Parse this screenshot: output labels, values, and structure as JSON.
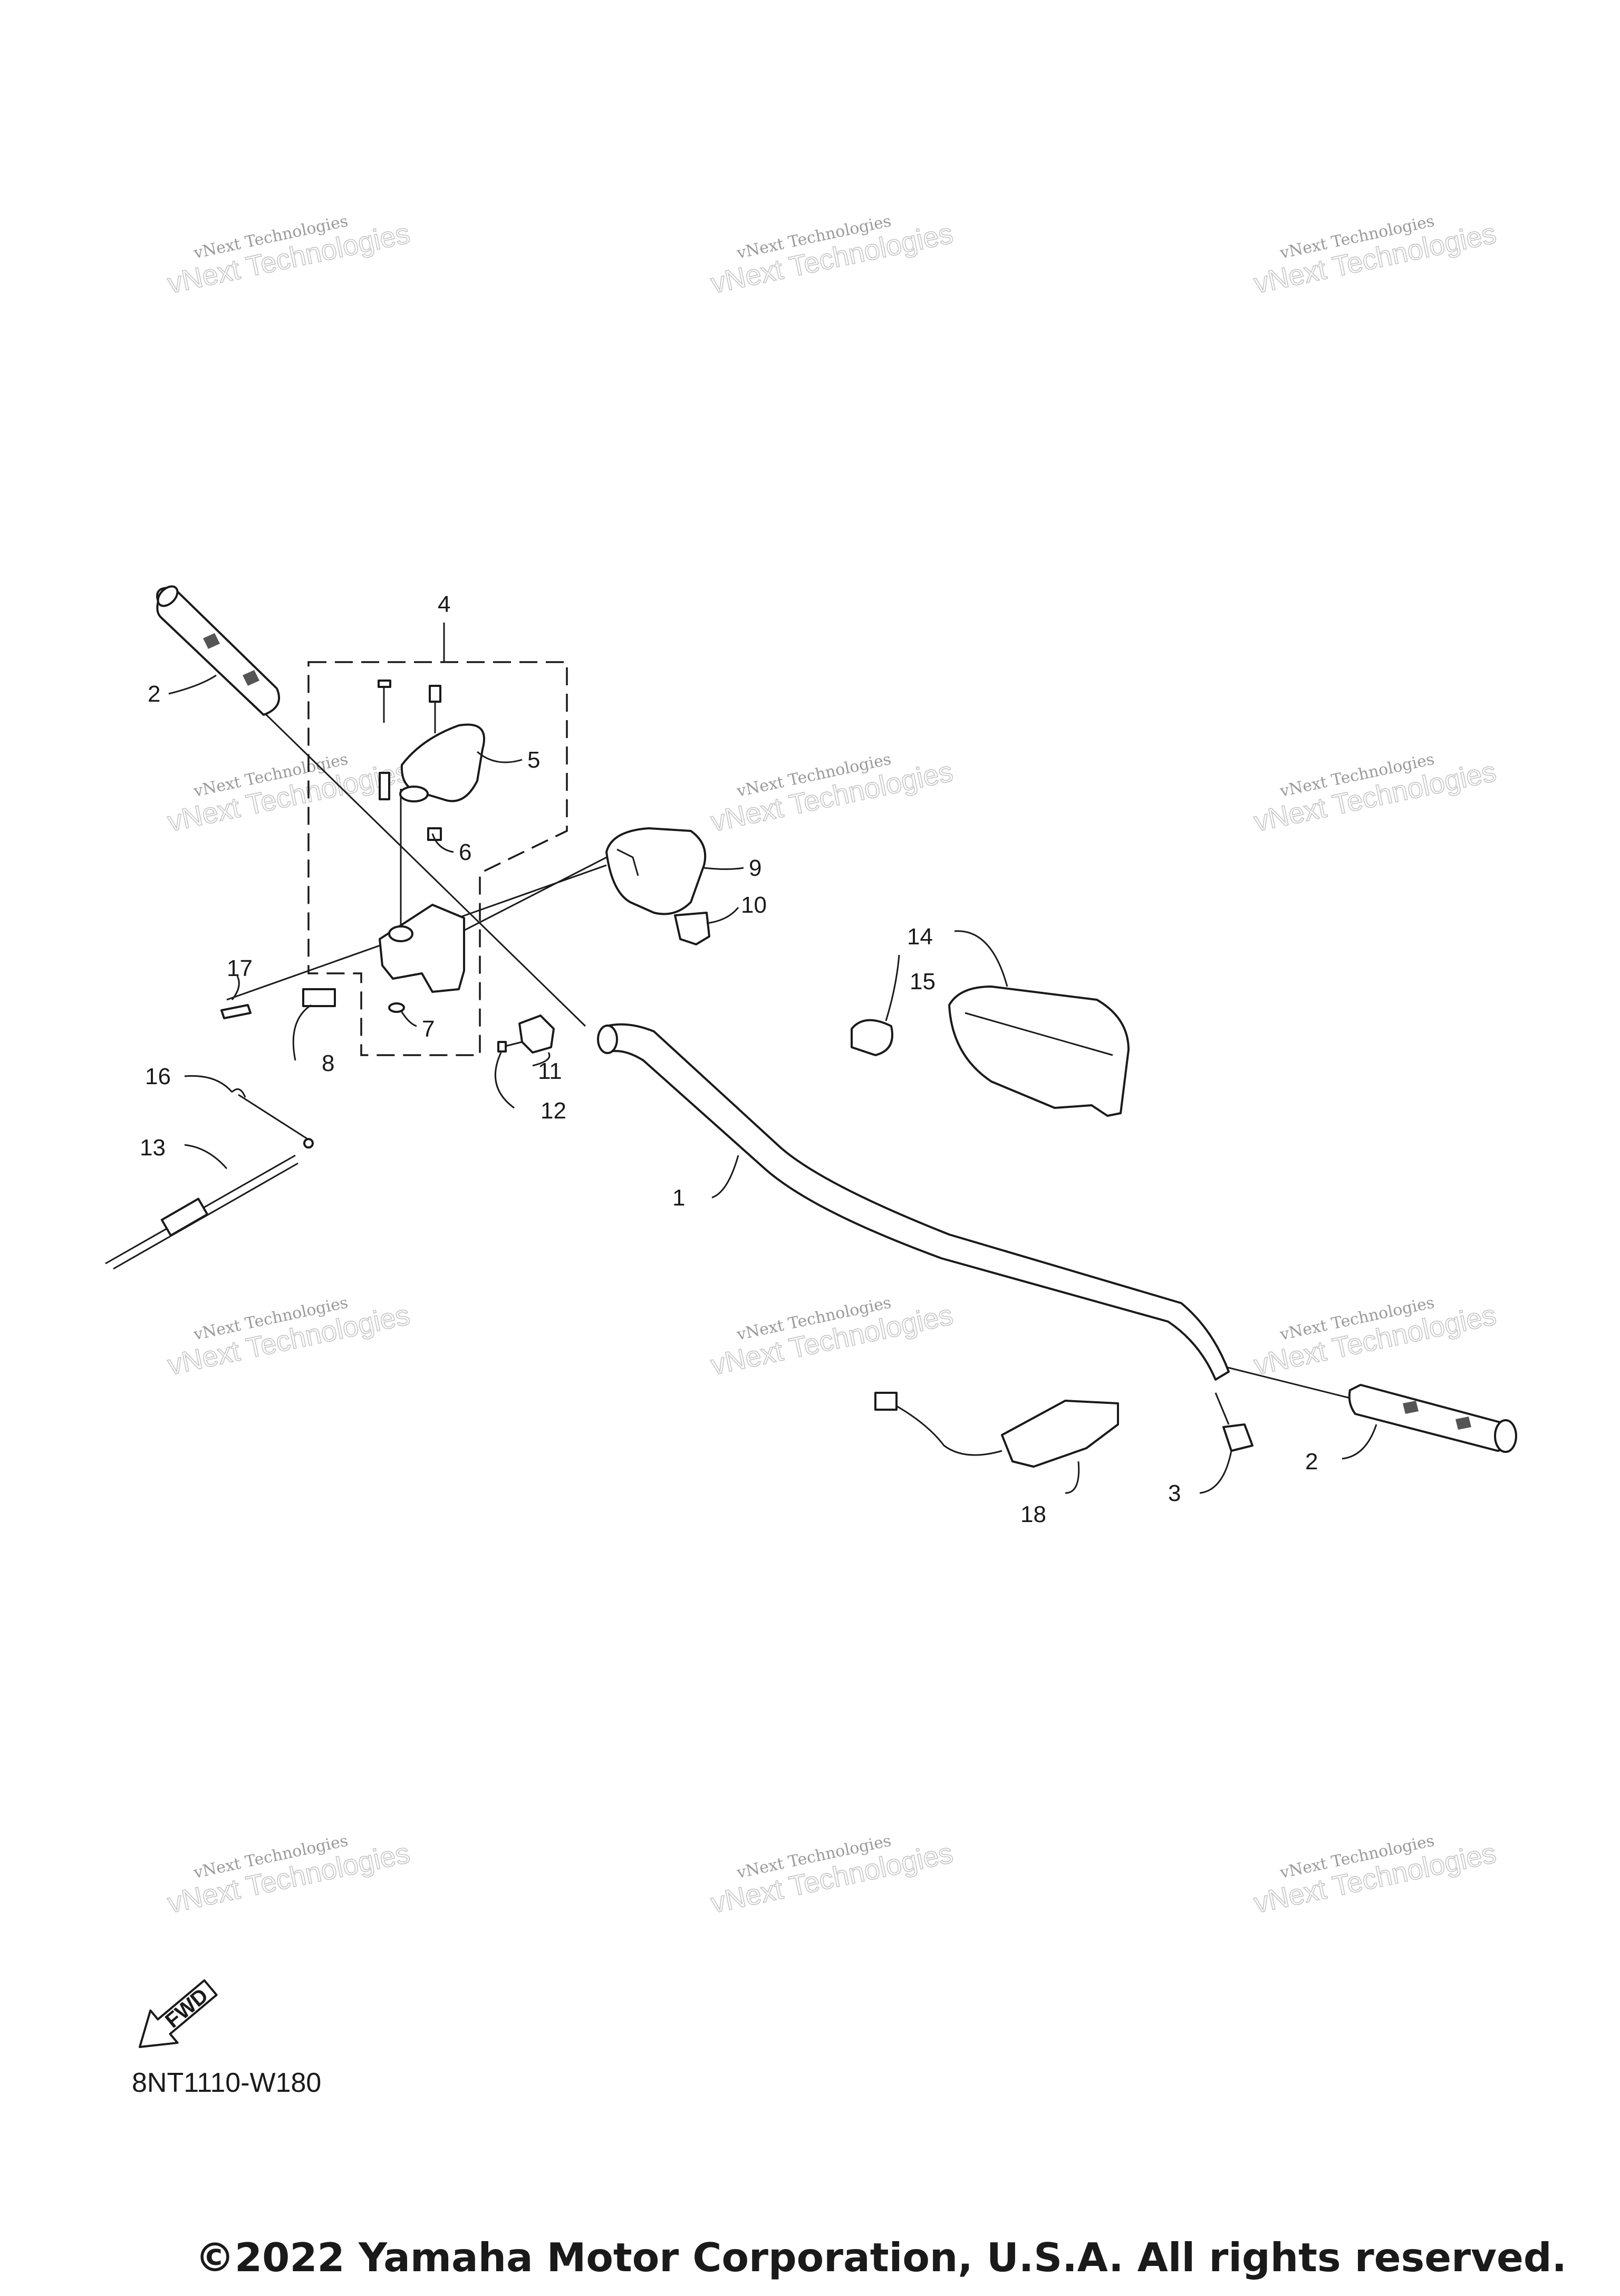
{
  "diagram_code": "8NT1110-W180",
  "copyright": "©2022 Yamaha Motor Corporation, U.S.A. All rights reserved.",
  "fwd_label": "FWD",
  "watermark": {
    "line1": "vNext Technologies",
    "line2": "vNext Technologies"
  },
  "callouts": {
    "c1": "1",
    "c2a": "2",
    "c2b": "2",
    "c3": "3",
    "c4": "4",
    "c5": "5",
    "c6": "6",
    "c7": "7",
    "c8": "8",
    "c9": "9",
    "c10": "10",
    "c11": "11",
    "c12": "12",
    "c13": "13",
    "c14": "14",
    "c15": "15",
    "c16": "16",
    "c17": "17",
    "c18": "18"
  }
}
